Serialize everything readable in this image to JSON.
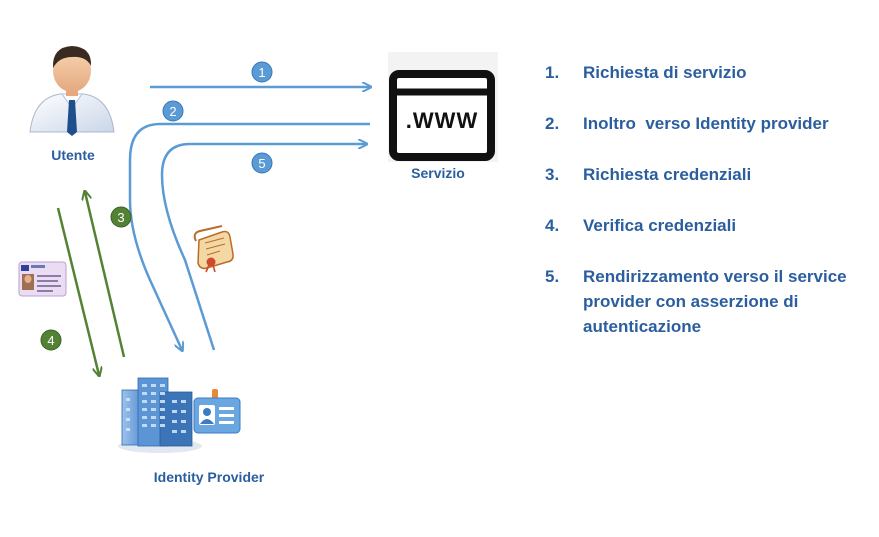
{
  "nodes": {
    "user_label": "Utente",
    "service_label": "Servizio",
    "service_window_text": ".WWW",
    "idp_label": "Identity Provider"
  },
  "flow_markers": [
    "1",
    "2",
    "3",
    "4",
    "5"
  ],
  "steps": [
    {
      "number": "1.",
      "text": "Richiesta di servizio"
    },
    {
      "number": "2.",
      "text": "Inoltro  verso Identity provider"
    },
    {
      "number": "3.",
      "text": "Richiesta credenziali"
    },
    {
      "number": "4.",
      "text": "Verifica credenziali"
    },
    {
      "number": "5.",
      "text": "Rendirizzamento verso il service provider con asserzione di autenticazione"
    }
  ],
  "colors": {
    "blue_arrow": "#5b9bd5",
    "green_arrow": "#548235",
    "label_text": "#2b5e9e"
  },
  "icons": {
    "user": "user-icon",
    "service": "web-browser-icon",
    "idp_building": "building-icon",
    "idp_badge": "id-badge-icon",
    "certificate": "certificate-scroll-icon",
    "id_card": "id-card-icon"
  }
}
